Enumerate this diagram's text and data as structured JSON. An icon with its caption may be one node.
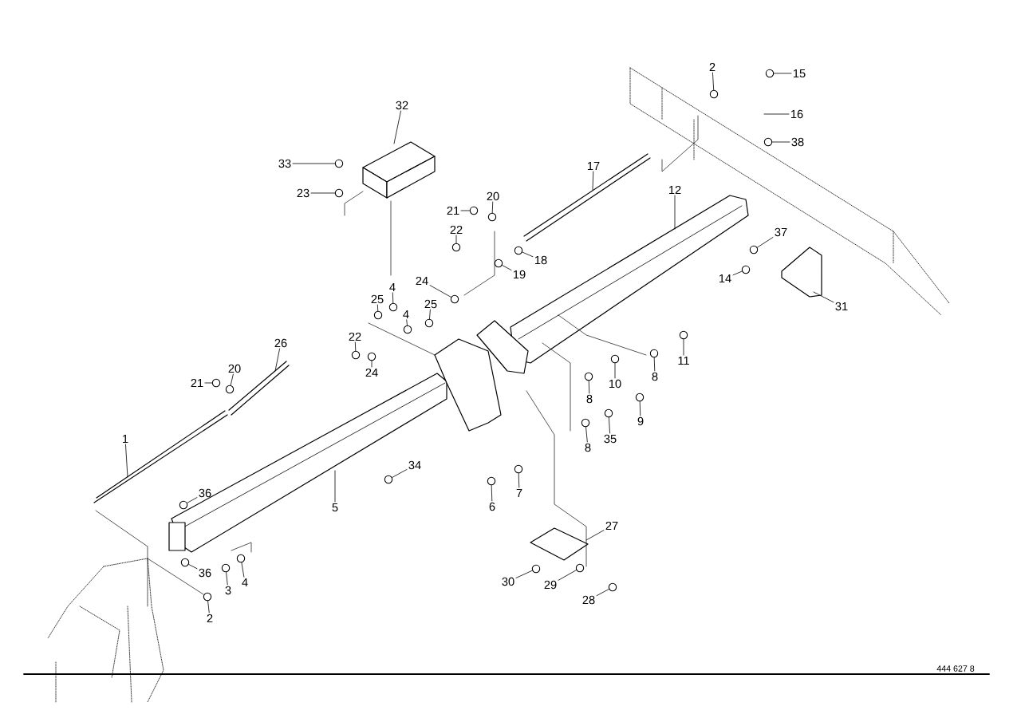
{
  "diagram": {
    "nodes": [
      {
        "text": [
          "1"
        ]
      },
      {
        "text": [
          "2"
        ]
      },
      {
        "text": [
          "2"
        ]
      },
      {
        "text": [
          "3"
        ]
      },
      {
        "text": [
          "4"
        ]
      },
      {
        "text": [
          "4"
        ]
      },
      {
        "text": [
          "4"
        ]
      },
      {
        "text": [
          "5"
        ]
      },
      {
        "text": [
          "6"
        ]
      },
      {
        "text": [
          "7"
        ]
      },
      {
        "text": [
          "8"
        ]
      },
      {
        "text": [
          "8"
        ]
      },
      {
        "text": [
          "8"
        ]
      },
      {
        "text": [
          "9"
        ]
      },
      {
        "text": [
          "10"
        ]
      },
      {
        "text": [
          "11"
        ]
      },
      {
        "text": [
          "12"
        ]
      },
      {
        "text": [
          "14"
        ]
      },
      {
        "text": [
          "15"
        ]
      },
      {
        "text": [
          "16"
        ]
      },
      {
        "text": [
          "17"
        ]
      },
      {
        "text": [
          "18"
        ]
      },
      {
        "text": [
          "19"
        ]
      },
      {
        "text": [
          "20"
        ]
      },
      {
        "text": [
          "20"
        ]
      },
      {
        "text": [
          "21"
        ]
      },
      {
        "text": [
          "21"
        ]
      },
      {
        "text": [
          "22"
        ]
      },
      {
        "text": [
          "22"
        ]
      },
      {
        "text": [
          "23"
        ]
      },
      {
        "text": [
          "24"
        ]
      },
      {
        "text": [
          "24"
        ]
      },
      {
        "text": [
          "25"
        ]
      },
      {
        "text": [
          "25"
        ]
      },
      {
        "text": [
          "26"
        ]
      },
      {
        "text": [
          "27"
        ]
      },
      {
        "text": [
          "28"
        ]
      },
      {
        "text": [
          "29"
        ]
      },
      {
        "text": [
          "30"
        ]
      },
      {
        "text": [
          "31"
        ]
      },
      {
        "text": [
          "32"
        ]
      },
      {
        "text": [
          "33"
        ]
      },
      {
        "text": [
          "34"
        ]
      },
      {
        "text": [
          "35"
        ]
      },
      {
        "text": [
          "36"
        ]
      },
      {
        "text": [
          "36"
        ]
      },
      {
        "text": [
          "37"
        ]
      },
      {
        "text": [
          "38"
        ]
      },
      {
        "text": [],
        "shape": "circle"
      },
      {
        "text": [],
        "shape": "circle"
      },
      {
        "text": [],
        "shape": "circle"
      },
      {
        "text": [],
        "shape": "circle"
      },
      {
        "text": [],
        "shape": "circle"
      },
      {
        "text": [],
        "shape": "circle"
      },
      {
        "text": [],
        "shape": "circle"
      },
      {
        "text": [],
        "shape": "circle"
      },
      {
        "text": [],
        "shape": "circle"
      },
      {
        "text": [],
        "shape": "circle"
      },
      {
        "text": [],
        "shape": "circle"
      },
      {
        "text": [],
        "shape": "circle"
      },
      {
        "text": [],
        "shape": "circle"
      },
      {
        "text": [],
        "shape": "circle"
      },
      {
        "text": [],
        "shape": "circle"
      },
      {
        "text": [],
        "shape": "circle"
      },
      {
        "text": [],
        "shape": "circle"
      },
      {
        "text": [],
        "shape": "circle"
      },
      {
        "text": [],
        "shape": "circle"
      },
      {
        "text": [],
        "shape": "circle"
      },
      {
        "text": [],
        "shape": "circle"
      },
      {
        "text": [],
        "shape": "circle"
      },
      {
        "text": [],
        "shape": "circle"
      },
      {
        "text": [],
        "shape": "circle"
      },
      {
        "text": [],
        "shape": "circle"
      },
      {
        "text": [],
        "shape": "circle"
      },
      {
        "text": [],
        "shape": "circle"
      },
      {
        "text": [],
        "shape": "circle"
      },
      {
        "text": [],
        "shape": "circle"
      },
      {
        "text": [],
        "shape": "circle"
      },
      {
        "text": [],
        "shape": "circle"
      },
      {
        "text": [],
        "shape": "circle"
      },
      {
        "text": [],
        "shape": "circle"
      },
      {
        "text": [],
        "shape": "circle"
      },
      {
        "text": [],
        "shape": "circle"
      },
      {
        "text": [],
        "shape": "circle"
      },
      {
        "text": [],
        "shape": "circle"
      },
      {
        "text": [],
        "shape": "circle"
      },
      {
        "text": [],
        "shape": "circle"
      }
    ],
    "edges": [
      {
        "from": 0,
        "to": null,
        "arrow": "none"
      },
      {
        "from": 1,
        "to": 48,
        "arrow": "none"
      },
      {
        "from": 2,
        "to": 49,
        "arrow": "none"
      },
      {
        "from": 3,
        "to": 50,
        "arrow": "none"
      },
      {
        "from": 4,
        "to": 51,
        "arrow": "none"
      },
      {
        "from": 5,
        "to": 52,
        "arrow": "none"
      },
      {
        "from": 6,
        "to": 53,
        "arrow": "none"
      },
      {
        "from": 7,
        "to": null,
        "arrow": "none"
      },
      {
        "from": 8,
        "to": 54,
        "arrow": "none"
      },
      {
        "from": 9,
        "to": 55,
        "arrow": "none"
      },
      {
        "from": 10,
        "to": 56,
        "arrow": "none"
      },
      {
        "from": 11,
        "to": 57,
        "arrow": "none"
      },
      {
        "from": 12,
        "to": 58,
        "arrow": "none"
      },
      {
        "from": 13,
        "to": 59,
        "arrow": "none"
      },
      {
        "from": 14,
        "to": 60,
        "arrow": "none"
      },
      {
        "from": 15,
        "to": 61,
        "arrow": "none"
      },
      {
        "from": 16,
        "to": null,
        "arrow": "none"
      },
      {
        "from": 17,
        "to": 62,
        "arrow": "none"
      },
      {
        "from": 18,
        "to": 63,
        "arrow": "none"
      },
      {
        "from": 19,
        "to": null,
        "arrow": "none"
      },
      {
        "from": 20,
        "to": null,
        "arrow": "none"
      },
      {
        "from": 21,
        "to": 64,
        "arrow": "none"
      },
      {
        "from": 22,
        "to": 65,
        "arrow": "none"
      },
      {
        "from": 23,
        "to": 66,
        "arrow": "none"
      },
      {
        "from": 24,
        "to": 67,
        "arrow": "none"
      },
      {
        "from": 25,
        "to": 68,
        "arrow": "none"
      },
      {
        "from": 26,
        "to": 69,
        "arrow": "none"
      },
      {
        "from": 27,
        "to": 70,
        "arrow": "none"
      },
      {
        "from": 28,
        "to": 71,
        "arrow": "none"
      },
      {
        "from": 29,
        "to": 72,
        "arrow": "none"
      },
      {
        "from": 30,
        "to": 73,
        "arrow": "none"
      },
      {
        "from": 31,
        "to": 74,
        "arrow": "none"
      },
      {
        "from": 32,
        "to": 75,
        "arrow": "none"
      },
      {
        "from": 33,
        "to": 76,
        "arrow": "none"
      },
      {
        "from": 34,
        "to": null,
        "arrow": "none"
      },
      {
        "from": 35,
        "to": null,
        "arrow": "none"
      },
      {
        "from": 36,
        "to": 77,
        "arrow": "none"
      },
      {
        "from": 37,
        "to": 78,
        "arrow": "none"
      },
      {
        "from": 38,
        "to": 79,
        "arrow": "none"
      },
      {
        "from": 39,
        "to": null,
        "arrow": "none"
      },
      {
        "from": 40,
        "to": null,
        "arrow": "none"
      },
      {
        "from": 41,
        "to": 80,
        "arrow": "none"
      },
      {
        "from": 42,
        "to": 81,
        "arrow": "none"
      },
      {
        "from": 43,
        "to": 82,
        "arrow": "none"
      },
      {
        "from": 44,
        "to": 83,
        "arrow": "none"
      },
      {
        "from": 45,
        "to": 84,
        "arrow": "none"
      },
      {
        "from": 46,
        "to": 85,
        "arrow": "none"
      },
      {
        "from": 47,
        "to": 86,
        "arrow": "none"
      }
    ],
    "labels": [
      "444 627 8"
    ]
  }
}
